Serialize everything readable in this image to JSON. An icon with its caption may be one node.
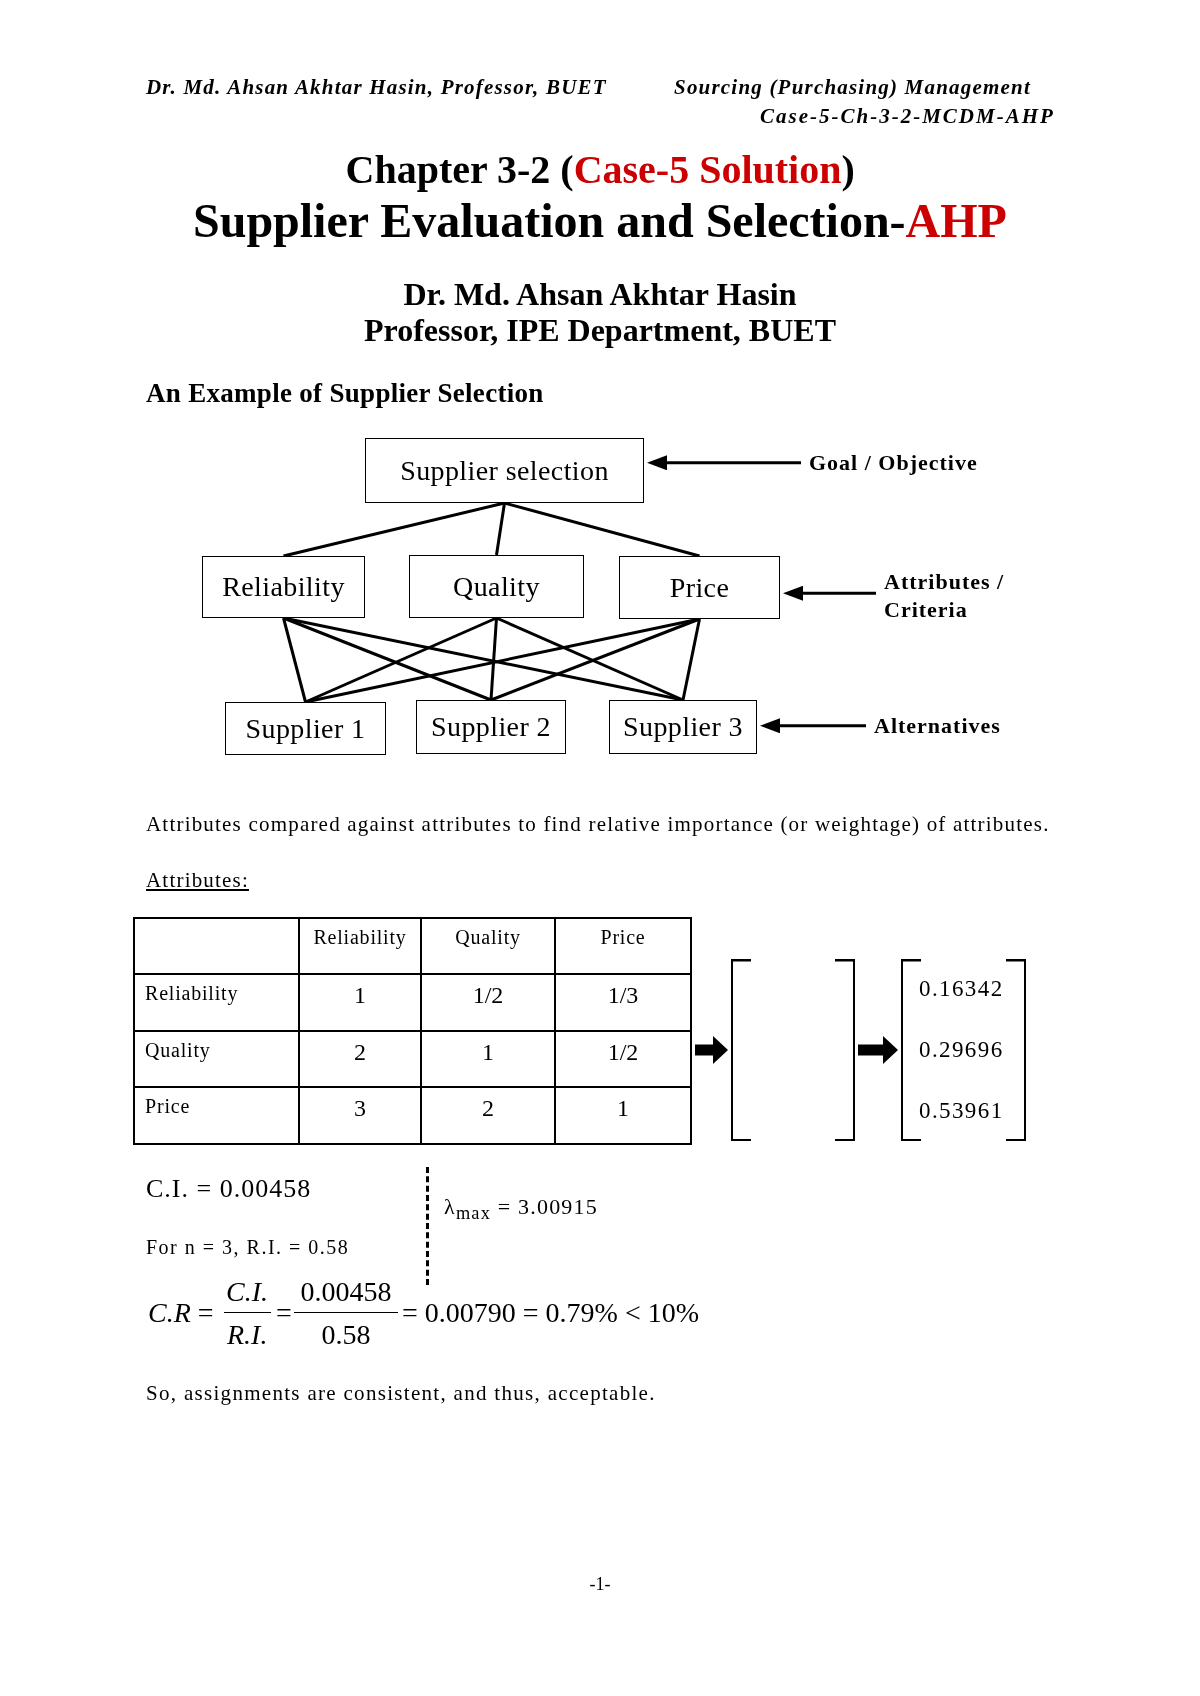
{
  "diagram": {
    "title": "Supplier Evaluation and Selection-AHP",
    "nodes": [
      {
        "text": [
          "Supplier selection"
        ]
      },
      {
        "text": [
          "Goal / Objective"
        ]
      },
      {
        "text": [
          "Reliability"
        ]
      },
      {
        "text": [
          "Quality"
        ]
      },
      {
        "text": [
          "Price"
        ]
      },
      {
        "text": [
          "Attributes / Criteria"
        ]
      },
      {
        "text": [
          "Supplier 1"
        ]
      },
      {
        "text": [
          "Supplier 2"
        ]
      },
      {
        "text": [
          "Supplier 3"
        ]
      },
      {
        "text": [
          "Alternatives"
        ]
      },
      {
        "text": [
          "Reliability",
          "Quality",
          "Price",
          "Reliability",
          "1",
          "1/2",
          "1/3",
          "Quality",
          "2",
          "1",
          "1/2",
          "Price",
          "3",
          "2",
          "1"
        ]
      },
      {
        "text": [],
        "shape": "bracket"
      },
      {
        "text": [
          "0.16342",
          "0.29696",
          "0.53961"
        ]
      }
    ],
    "edges": [
      {
        "from": 1,
        "to": 0,
        "arrow": "to"
      },
      {
        "from": 0,
        "to": 2,
        "arrow": "none"
      },
      {
        "from": 0,
        "to": 3,
        "arrow": "none"
      },
      {
        "from": 0,
        "to": 4,
        "arrow": "none"
      },
      {
        "from": 5,
        "to": 4,
        "arrow": "to"
      },
      {
        "from": 2,
        "to": 6,
        "arrow": "none"
      },
      {
        "from": 2,
        "to": 7,
        "arrow": "none"
      },
      {
        "from": 2,
        "to": 8,
        "arrow": "none"
      },
      {
        "from": 3,
        "to": 6,
        "arrow": "none"
      },
      {
        "from": 3,
        "to": 7,
        "arrow": "none"
      },
      {
        "from": 3,
        "to": 8,
        "arrow": "none"
      },
      {
        "from": 4,
        "to": 6,
        "arrow": "none"
      },
      {
        "from": 4,
        "to": 7,
        "arrow": "none"
      },
      {
        "from": 4,
        "to": 8,
        "arrow": "none"
      },
      {
        "from": 9,
        "to": 8,
        "arrow": "to"
      },
      {
        "from": 10,
        "to": 11,
        "arrow": "to",
        "style": "thick"
      },
      {
        "from": 11,
        "to": 12,
        "arrow": "to",
        "style": "thick"
      }
    ],
    "labels": [
      "Dr. Md. Ahsan Akhtar Hasin, Professor, BUET",
      "Sourcing (Purchasing) Management",
      "Case-5-Ch-3-2-MCDM-AHP",
      "Chapter 3-2 (Case-5 Solution)",
      "Dr. Md. Ahsan Akhtar Hasin",
      "Professor, IPE Department, BUET",
      "An Example of Supplier Selection",
      "Attributes compared against attributes to find relative importance (or weightage) of attributes.",
      "Attributes:",
      "C.I. = 0.00458",
      "λ$_{max}$ = 3.00915",
      "For n = 3, R.I. = 0.58",
      "*C.R* =",
      "C.I.",
      "R.I.",
      "=",
      "0.00458",
      "0.58",
      "= 0.00790 = 0.79% < 10%",
      "So, assignments are consistent, and thus, acceptable.",
      "-1-"
    ]
  }
}
